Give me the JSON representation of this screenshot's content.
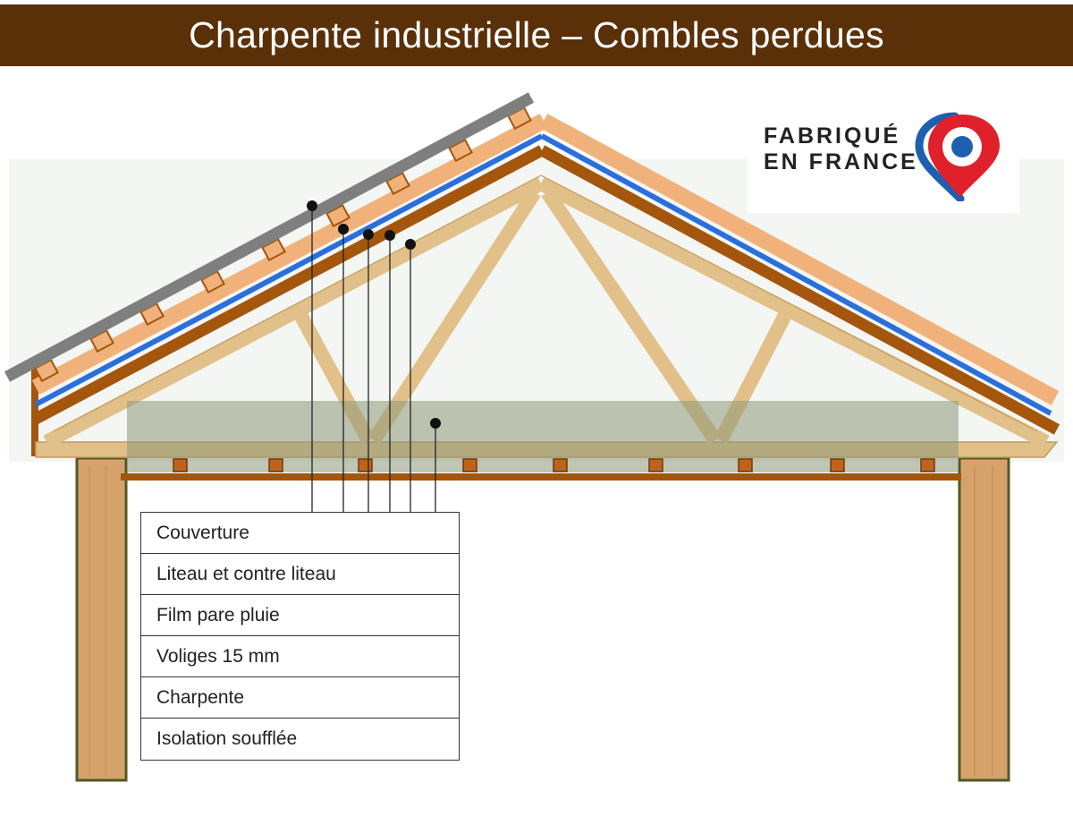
{
  "title": "Charpente industrielle – Combles perdues",
  "badge": {
    "line1": "FABRIQUÉ",
    "line2": "EN FRANCE",
    "colors": {
      "blue": "#1f5fb0",
      "red": "#e0202a",
      "white": "#ffffff"
    }
  },
  "legend": [
    {
      "id": "couverture",
      "label": "Couverture"
    },
    {
      "id": "liteau",
      "label": "Liteau et contre liteau"
    },
    {
      "id": "film",
      "label": "Film pare pluie"
    },
    {
      "id": "voliges",
      "label": "Voliges 15 mm"
    },
    {
      "id": "charpente",
      "label": "Charpente"
    },
    {
      "id": "isolation",
      "label": "Isolation soufflée"
    }
  ],
  "colors": {
    "title_bar": "#5a3008",
    "roof_tiles": "#7f7f7f",
    "batten": "#f0b27a",
    "rain_film": "#2a6fdb",
    "boards": "#a3560c",
    "truss": "#e2c08a",
    "insulation": "#9aa48a",
    "posts": "#d6a26c"
  }
}
